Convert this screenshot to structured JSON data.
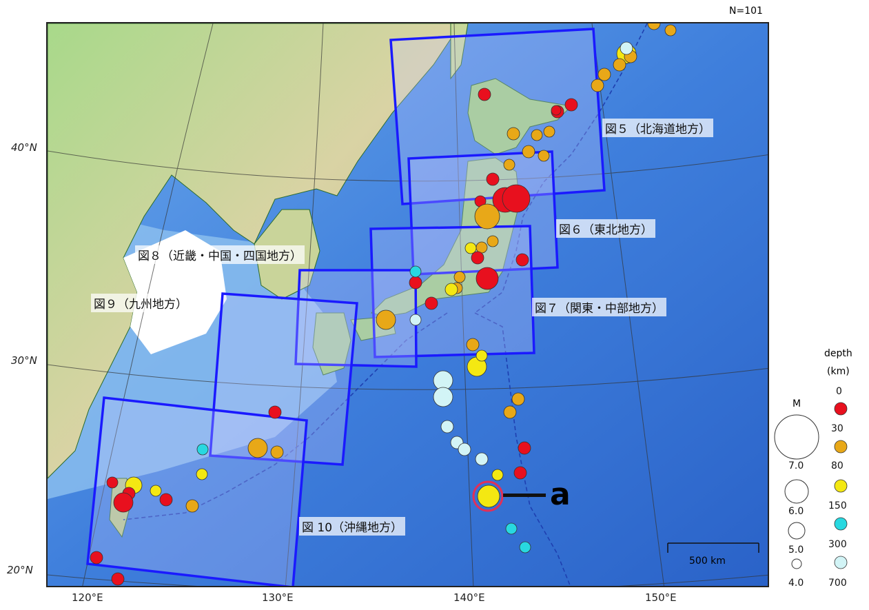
{
  "header": {
    "count": "N=101"
  },
  "regions": [
    {
      "id": "fig5",
      "label": "図５（北海道地方）"
    },
    {
      "id": "fig6",
      "label": "図６（東北地方）"
    },
    {
      "id": "fig7",
      "label": "図７（関東・中部地方）"
    },
    {
      "id": "fig8",
      "label": "図８（近畿・中国・四国地方）"
    },
    {
      "id": "fig9",
      "label": "図９（九州地方）"
    },
    {
      "id": "fig10",
      "label": "図 10（沖縄地方）"
    }
  ],
  "axes": {
    "lat": [
      "40°N",
      "30°N",
      "20°N"
    ],
    "lon": [
      "120°E",
      "130°E",
      "140°E",
      "150°E"
    ]
  },
  "legend": {
    "depth_title": "depth",
    "depth_unit": "(km)",
    "depth_values": [
      "0",
      "30",
      "80",
      "150",
      "300",
      "700"
    ],
    "depth_colors": [
      "#e8101e",
      "#e8a818",
      "#f4e812",
      "#28d8e0",
      "#d2f4f6"
    ],
    "mag_title": "M",
    "mag_values": [
      "7.0",
      "6.0",
      "5.0",
      "4.0"
    ]
  },
  "scale_bar": {
    "label": "500 km"
  },
  "event_a": {
    "label": "a"
  },
  "colors": {
    "sea": "#3c78d8",
    "land": "#9ad27a",
    "box": "#1a1aff"
  }
}
